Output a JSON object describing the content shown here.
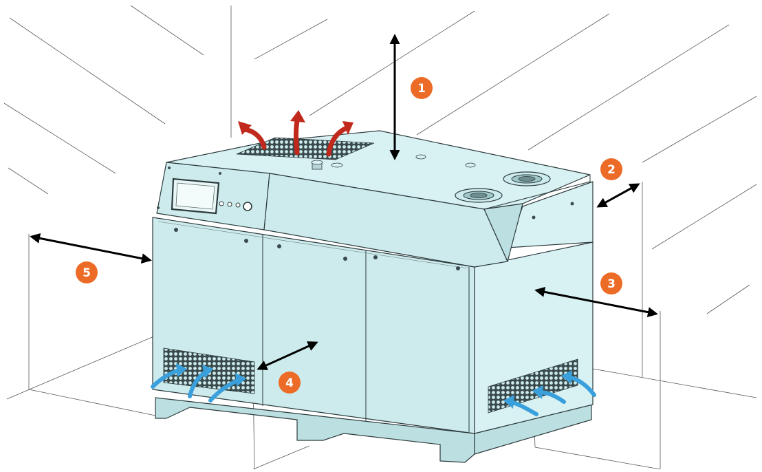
{
  "colors": {
    "badge": "#ec6b26",
    "badge_text": "#ffffff",
    "hot_air": "#c0291c",
    "cool_air": "#3aa0dc",
    "machine": "#cdebec",
    "outline": "#2c3a3c"
  },
  "clearance_labels": [
    {
      "id": "top",
      "label": "1"
    },
    {
      "id": "right-rear",
      "label": "2"
    },
    {
      "id": "right-side",
      "label": "3"
    },
    {
      "id": "front",
      "label": "4"
    },
    {
      "id": "left-side",
      "label": "5"
    }
  ],
  "airflow": {
    "exhaust_arrows": 3,
    "intake_arrows_front": 3,
    "intake_arrows_side": 3
  }
}
